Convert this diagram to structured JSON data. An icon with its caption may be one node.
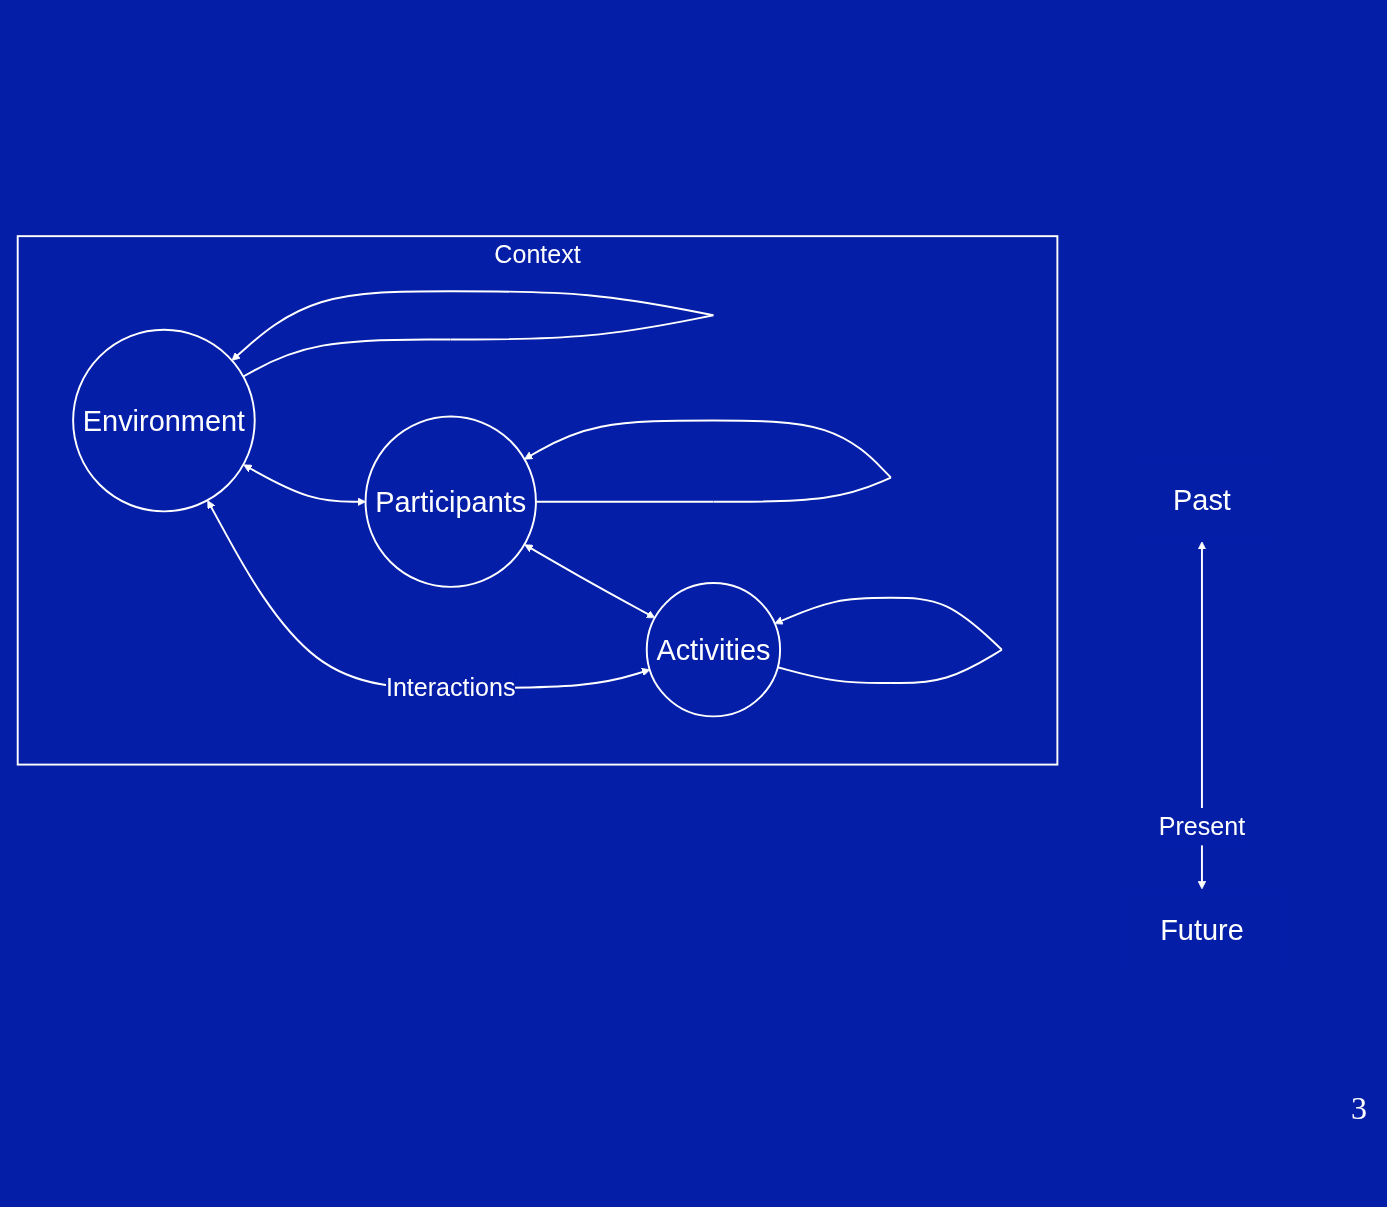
{
  "diagram": {
    "nodes": [
      {
        "text": [
          "Context"
        ]
      },
      {
        "text": [
          "Environment"
        ],
        "in": 0
      },
      {
        "text": [
          "Participants"
        ],
        "in": 0
      },
      {
        "text": [
          "Activities"
        ],
        "in": 0
      },
      {
        "text": [
          "Past"
        ]
      },
      {
        "text": [
          "Future"
        ]
      }
    ],
    "edges": [
      {
        "from": 1,
        "to": 1,
        "arrow": "to"
      },
      {
        "from": 2,
        "to": 2,
        "arrow": "to"
      },
      {
        "from": 3,
        "to": 3,
        "arrow": "to"
      },
      {
        "from": 1,
        "to": 2,
        "arrow": "both"
      },
      {
        "from": 1,
        "to": 3,
        "arrow": "both",
        "label": "Interactions"
      },
      {
        "from": 2,
        "to": 3,
        "arrow": "both"
      },
      {
        "from": 4,
        "to": 5,
        "arrow": "both",
        "label": "Present"
      }
    ],
    "labels": [
      "3"
    ]
  }
}
